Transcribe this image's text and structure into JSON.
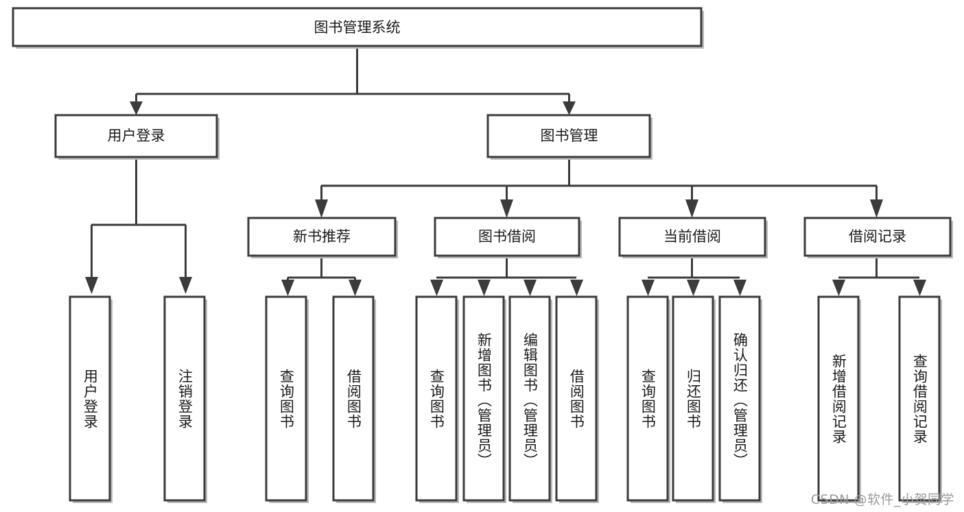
{
  "diagram": {
    "title": "图书管理系统",
    "type": "tree",
    "orientation": "top-down",
    "watermark": "CSDN @软件_小贺同学",
    "colors": {
      "node_fill": "#ffffff",
      "node_stroke": "#3b3b3b",
      "connector": "#3b3b3b",
      "label_text": "#1a1a1a",
      "watermark_text": "#9a9a9a",
      "background": "#ffffff"
    },
    "root": {
      "id": "root",
      "label": "图书管理系统",
      "orientation": "horizontal"
    },
    "level2": [
      {
        "id": "user-login",
        "label": "用户登录",
        "orientation": "horizontal"
      },
      {
        "id": "book-manage",
        "label": "图书管理",
        "orientation": "horizontal"
      }
    ],
    "level3": [
      {
        "id": "new-book-recommend",
        "label": "新书推荐",
        "parent": "book-manage",
        "orientation": "horizontal"
      },
      {
        "id": "book-borrow",
        "label": "图书借阅",
        "parent": "book-manage",
        "orientation": "horizontal"
      },
      {
        "id": "current-borrow",
        "label": "当前借阅",
        "parent": "book-manage",
        "orientation": "horizontal"
      },
      {
        "id": "borrow-record",
        "label": "借阅记录",
        "parent": "book-manage",
        "orientation": "horizontal"
      }
    ],
    "leaves": [
      {
        "id": "leaf-user-login",
        "label": "用户登录",
        "parent": "user-login",
        "orientation": "vertical"
      },
      {
        "id": "leaf-logout",
        "label": "注销登录",
        "parent": "user-login",
        "orientation": "vertical"
      },
      {
        "id": "leaf-query-book-1",
        "label": "查询图书",
        "parent": "new-book-recommend",
        "orientation": "vertical"
      },
      {
        "id": "leaf-borrow-book-1",
        "label": "借阅图书",
        "parent": "new-book-recommend",
        "orientation": "vertical"
      },
      {
        "id": "leaf-query-book-2",
        "label": "查询图书",
        "parent": "book-borrow",
        "orientation": "vertical"
      },
      {
        "id": "leaf-add-book",
        "label": "新增图书（管理员）",
        "parent": "book-borrow",
        "orientation": "vertical"
      },
      {
        "id": "leaf-edit-book",
        "label": "编辑图书（管理员）",
        "parent": "book-borrow",
        "orientation": "vertical"
      },
      {
        "id": "leaf-borrow-book-2",
        "label": "借阅图书",
        "parent": "book-borrow",
        "orientation": "vertical"
      },
      {
        "id": "leaf-query-book-3",
        "label": "查询图书",
        "parent": "current-borrow",
        "orientation": "vertical"
      },
      {
        "id": "leaf-return-book",
        "label": "归还图书",
        "parent": "current-borrow",
        "orientation": "vertical"
      },
      {
        "id": "leaf-confirm-return",
        "label": "确认归还（管理员）",
        "parent": "current-borrow",
        "orientation": "vertical"
      },
      {
        "id": "leaf-add-record",
        "label": "新增借阅记录",
        "parent": "borrow-record",
        "orientation": "vertical"
      },
      {
        "id": "leaf-query-record",
        "label": "查询借阅记录",
        "parent": "borrow-record",
        "orientation": "vertical"
      }
    ]
  }
}
